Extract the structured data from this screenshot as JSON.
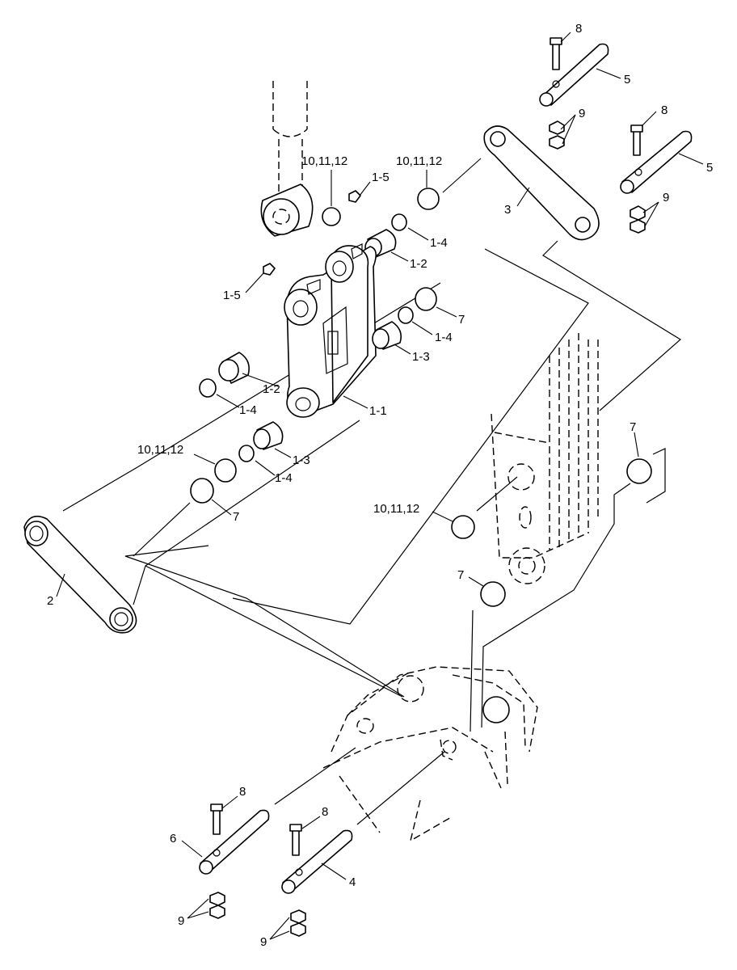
{
  "callouts": {
    "c1": "8",
    "c2": "5",
    "c3": "9",
    "c4": "8",
    "c5": "5",
    "c6": "9",
    "c7": "10,11,12",
    "c8": "1-5",
    "c9": "10,11,12",
    "c10": "3",
    "c11": "1-4",
    "c12": "1-2",
    "c13": "1-5",
    "c14": "7",
    "c15": "1-4",
    "c16": "1-3",
    "c17": "1-2",
    "c18": "1-4",
    "c19": "1-1",
    "c20": "7",
    "c21": "10,11,12",
    "c22": "1-3",
    "c23": "1-4",
    "c24": "7",
    "c25": "10,11,12",
    "c26": "2",
    "c27": "7",
    "c28": "8",
    "c29": "6",
    "c30": "8",
    "c31": "4",
    "c32": "9",
    "c33": "9"
  }
}
